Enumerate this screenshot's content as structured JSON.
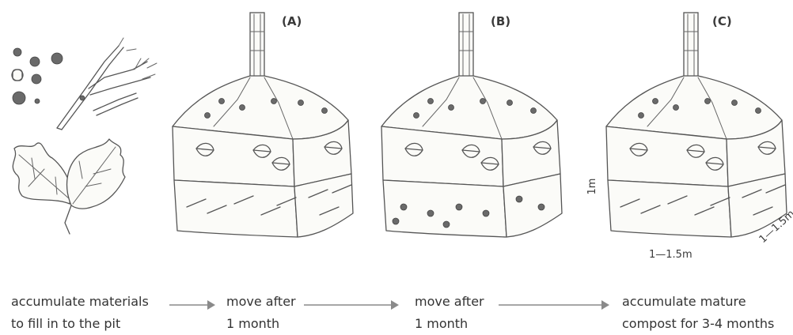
{
  "panels": [
    {
      "id": "raw",
      "label": ""
    },
    {
      "id": "A",
      "label": "(A)"
    },
    {
      "id": "B",
      "label": "(B)"
    },
    {
      "id": "C",
      "label": "(C)"
    }
  ],
  "dimensions": {
    "height": "1m",
    "width": "1—1.5m",
    "depth": "1—1.5m"
  },
  "steps": [
    {
      "line1": "accumulate materials",
      "line2": "to fill in to the pit"
    },
    {
      "line1": "move after",
      "line2": "1 month"
    },
    {
      "line1": "move after",
      "line2": "1 month"
    },
    {
      "line1": "accumulate mature",
      "line2": "compost for 3-4 months"
    }
  ],
  "colors": {
    "ink": "#555555",
    "arrow": "#8a8a8a",
    "text": "#333333"
  }
}
